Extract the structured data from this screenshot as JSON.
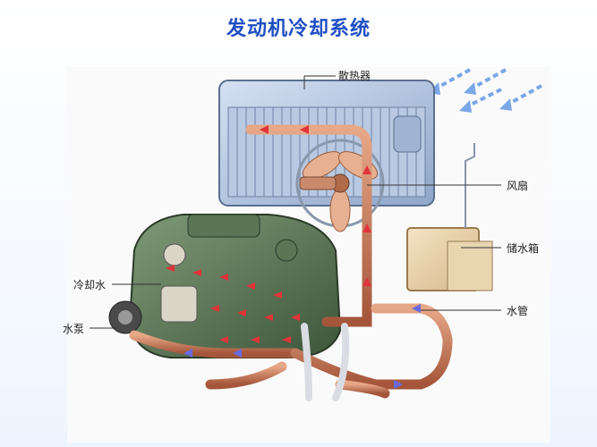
{
  "title": "发动机冷却系统",
  "labels": {
    "radiator": "散热器",
    "fan": "风扇",
    "tank": "储水箱",
    "coolant": "冷却水",
    "pipe": "水管",
    "pump": "水泵"
  },
  "colors": {
    "title": "#1f4fc4",
    "engine": "#4f6a4a",
    "radiator": "#a9bcd9",
    "pipe": "#c8744f",
    "flow_arrow": "#e0333a",
    "return_arrow": "#6a6ae0",
    "airflow": "#7aa7e8"
  }
}
